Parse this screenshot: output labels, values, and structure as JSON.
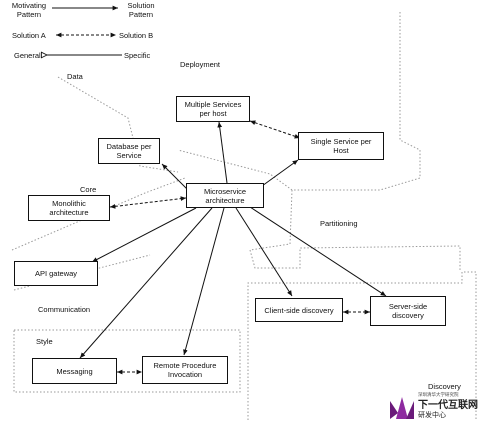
{
  "legend": {
    "motivating": "Motivating\nPattern",
    "solution": "Solution\nPattern",
    "solution_a": "Solution A",
    "solution_b": "Solution B",
    "general": "General",
    "specific": "Specific"
  },
  "regions": {
    "data": "Data",
    "deployment": "Deployment",
    "core": "Core",
    "partitioning": "Partitioning",
    "communication": "Communication",
    "style": "Style",
    "discovery": "Discovery"
  },
  "nodes": {
    "microservice": "Microservice\narchitecture",
    "monolithic": "Monolithic\narchitecture",
    "database_per_service": "Database per\nService",
    "multiple_services": "Multiple Services\nper host",
    "single_service": "Single Service per\nHost",
    "api_gateway": "API gateway",
    "client_discovery": "Client-side discovery",
    "server_discovery": "Server-side\ndiscovery",
    "messaging": "Messaging",
    "rpi": "Remote Procedure\nInvocation"
  },
  "logo": {
    "line1": "深圳清华大学研究院",
    "line2": "下一代互联网",
    "line3": "研发中心",
    "logo_colors": [
      "#6a1b7a",
      "#8e2aa0"
    ]
  }
}
